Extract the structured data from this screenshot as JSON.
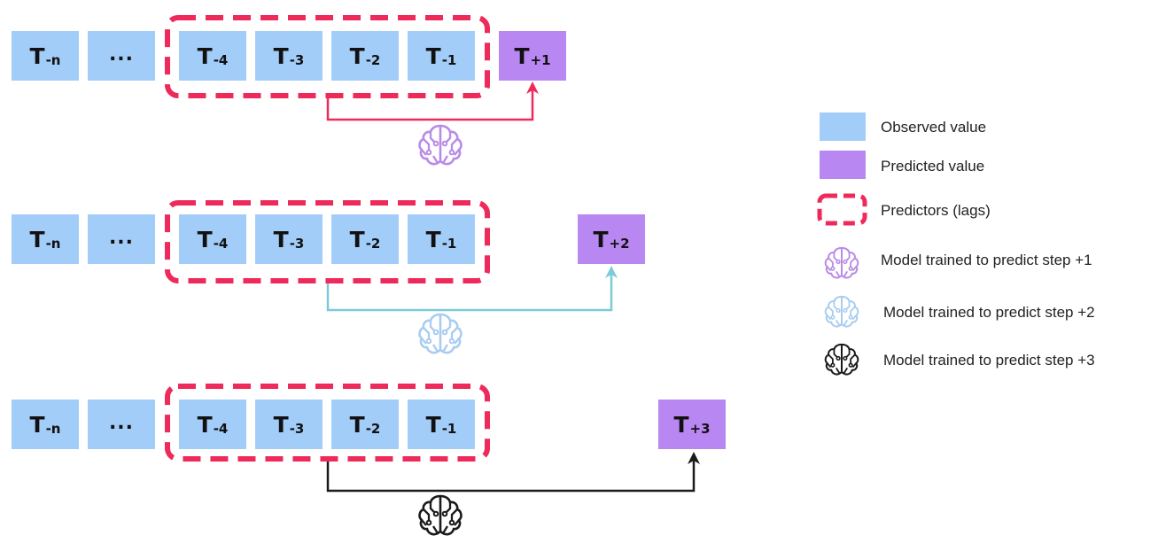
{
  "rows": [
    {
      "observed": [
        {
          "base": "T",
          "sub": "-n"
        },
        {
          "ellipsis": "..."
        },
        {
          "base": "T",
          "sub": "-4"
        },
        {
          "base": "T",
          "sub": "-3"
        },
        {
          "base": "T",
          "sub": "-2"
        },
        {
          "base": "T",
          "sub": "-1"
        }
      ],
      "predicted": {
        "base": "T",
        "sub": "+1"
      },
      "model_color": "#b98be6",
      "arrow_color": "#ee2a5a"
    },
    {
      "observed": [
        {
          "base": "T",
          "sub": "-n"
        },
        {
          "ellipsis": "..."
        },
        {
          "base": "T",
          "sub": "-4"
        },
        {
          "base": "T",
          "sub": "-3"
        },
        {
          "base": "T",
          "sub": "-2"
        },
        {
          "base": "T",
          "sub": "-1"
        }
      ],
      "predicted": {
        "base": "T",
        "sub": "+2"
      },
      "model_color": "#a9cdf0",
      "arrow_color": "#7ccbd9"
    },
    {
      "observed": [
        {
          "base": "T",
          "sub": "-n"
        },
        {
          "ellipsis": "..."
        },
        {
          "base": "T",
          "sub": "-4"
        },
        {
          "base": "T",
          "sub": "-3"
        },
        {
          "base": "T",
          "sub": "-2"
        },
        {
          "base": "T",
          "sub": "-1"
        }
      ],
      "predicted": {
        "base": "T",
        "sub": "+3"
      },
      "model_color": "#1b1b1b",
      "arrow_color": "#1b1b1b"
    }
  ],
  "legend": {
    "observed": "Observed value",
    "predicted": "Predicted value",
    "predictors": "Predictors (lags)",
    "model1": "Model trained to predict step +1",
    "model2": "Model trained to predict step +2",
    "model3": "Model trained to predict step +3"
  },
  "colors": {
    "observed": "#a3cdf9",
    "predicted": "#b987f2",
    "predictors_border": "#ee2a5a"
  }
}
